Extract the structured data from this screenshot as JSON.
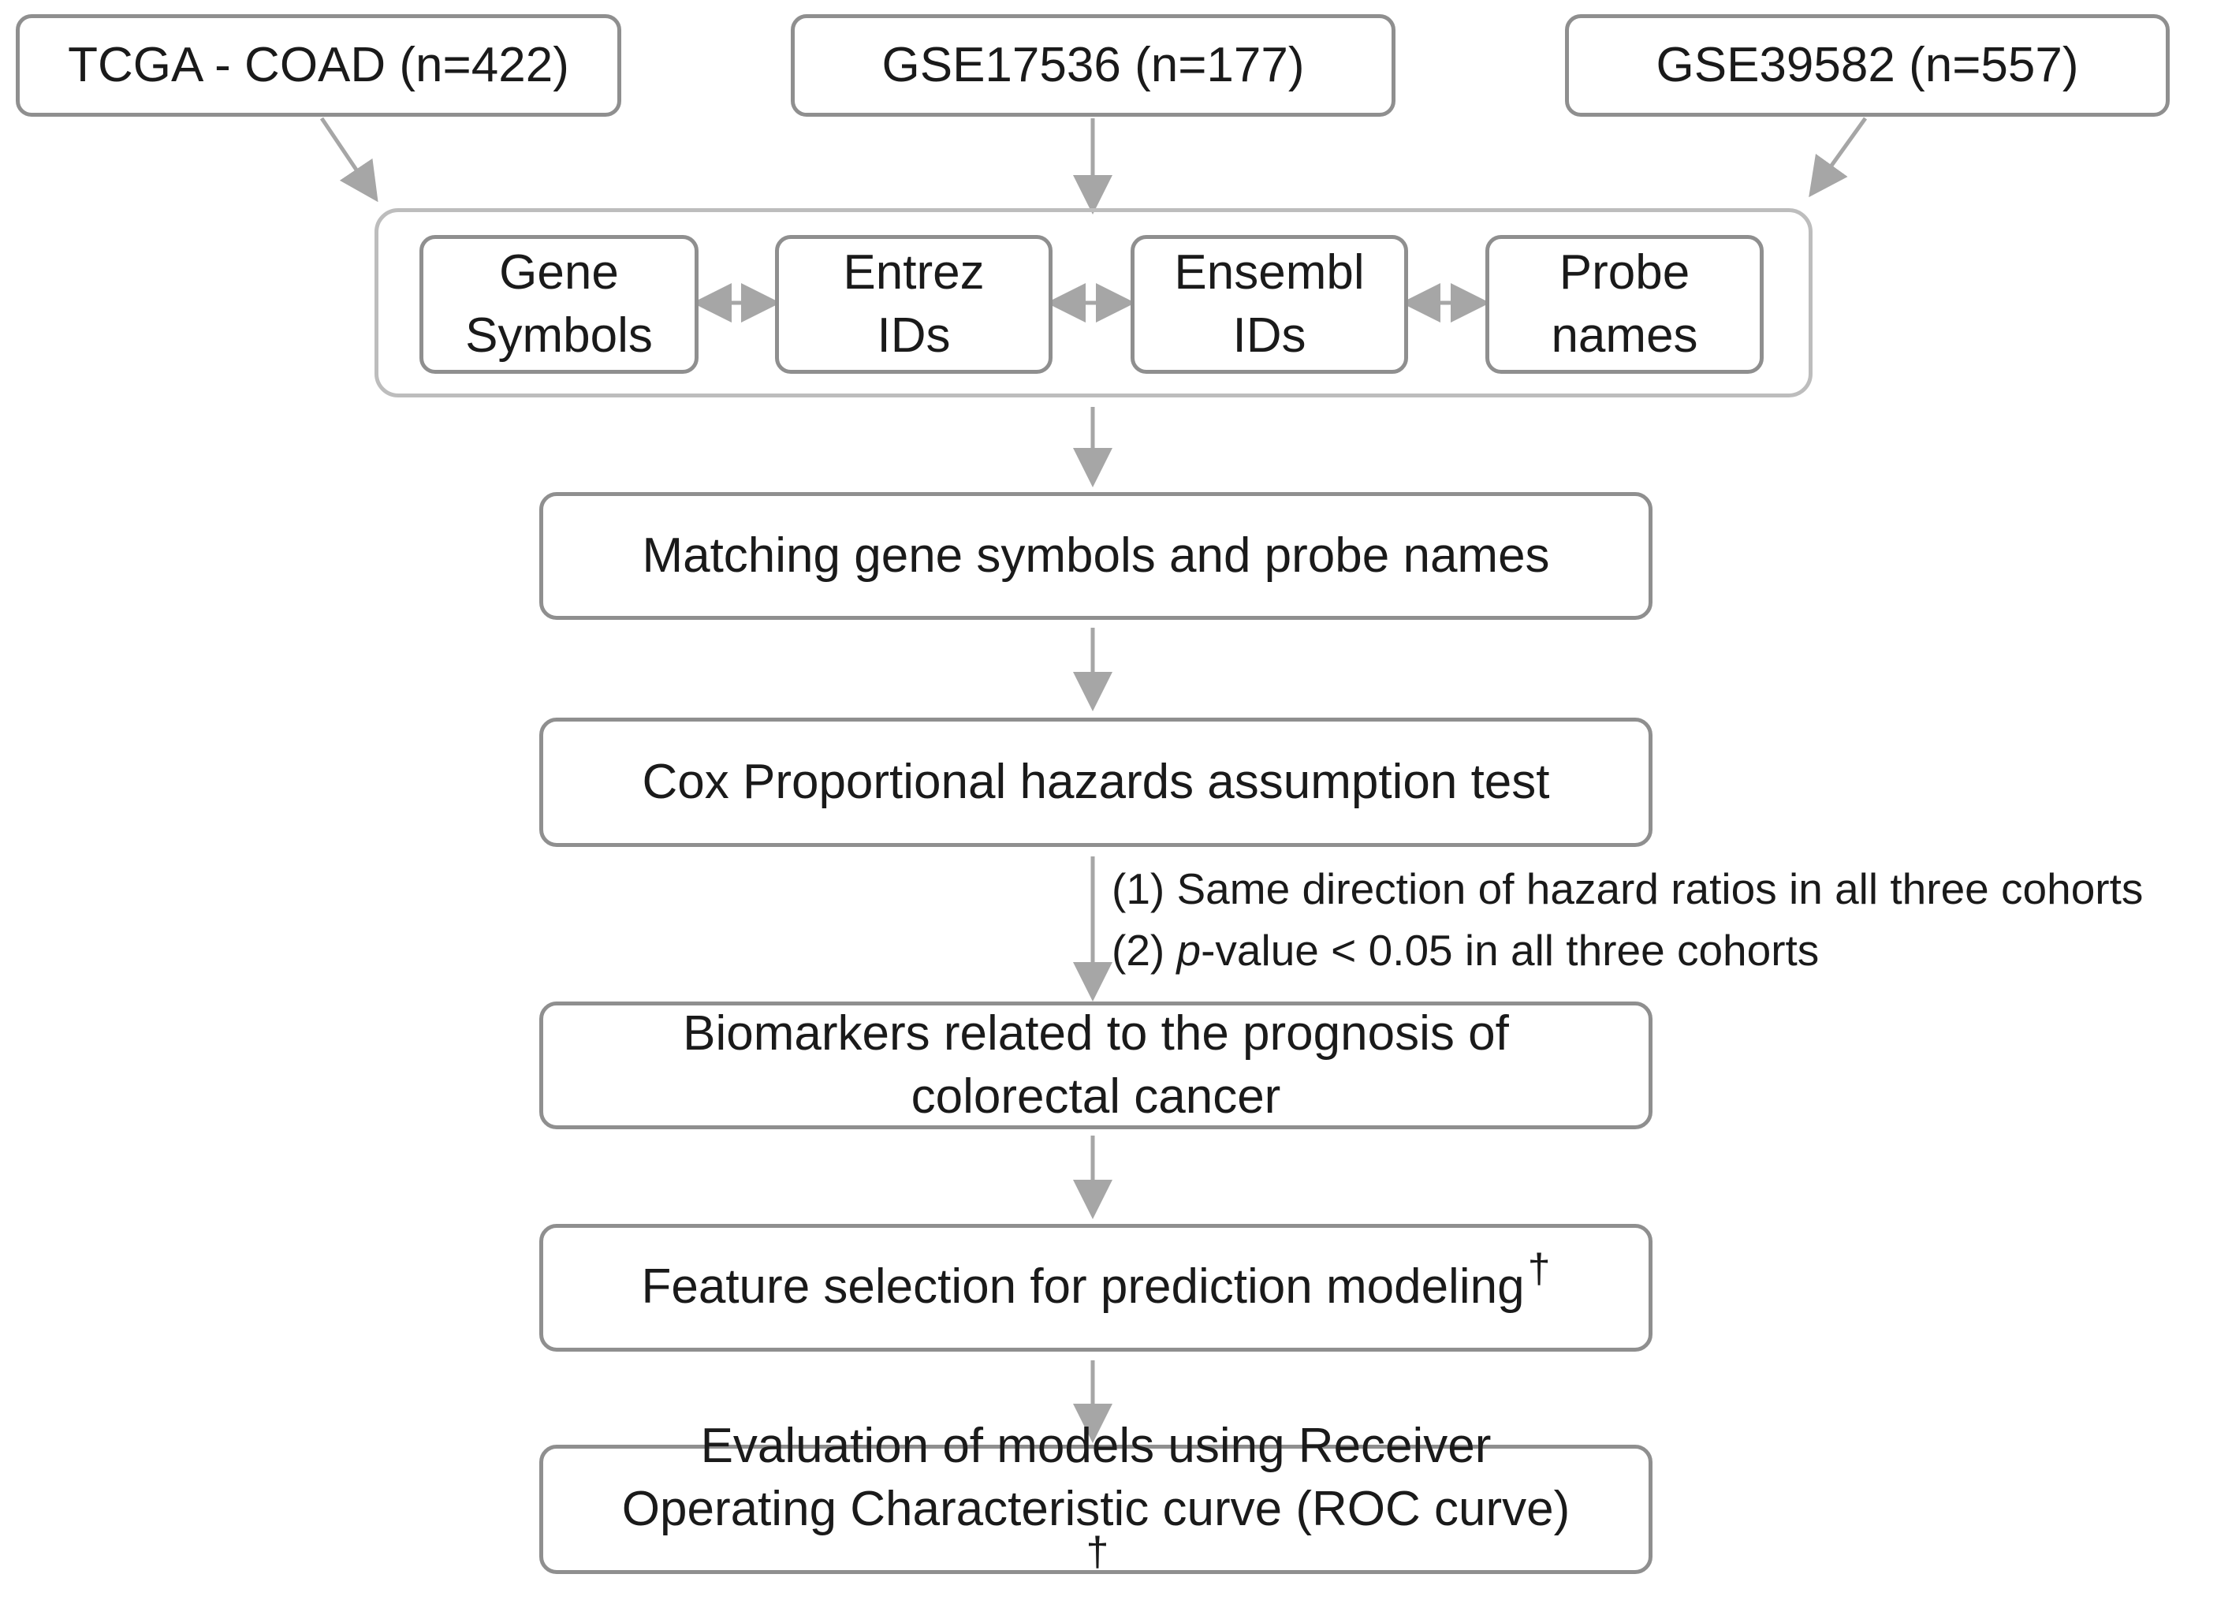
{
  "sources": [
    {
      "label": "TCGA - COAD (n=422)"
    },
    {
      "label": "GSE17536 (n=177)"
    },
    {
      "label": "GSE39582 (n=557)"
    }
  ],
  "identifiers": [
    {
      "line1": "Gene",
      "line2": "Symbols"
    },
    {
      "line1": "Entrez",
      "line2": "IDs"
    },
    {
      "line1": "Ensembl",
      "line2": "IDs"
    },
    {
      "line1": "Probe",
      "line2": "names"
    }
  ],
  "steps": {
    "matching": "Matching gene symbols and probe names",
    "cox_test": "Cox Proportional hazards assumption test",
    "biomarkers_line1": "Biomarkers related to the prognosis of",
    "biomarkers_line2": "colorectal cancer",
    "feature_selection": "Feature selection for prediction modeling",
    "evaluation_line1": "Evaluation of models using Receiver",
    "evaluation_line2": "Operating Characteristic curve (ROC curve)"
  },
  "criteria": {
    "item1": "(1) Same direction of hazard ratios in all three cohorts",
    "item2_prefix": "(2) ",
    "item2_italic": "p",
    "item2_rest": "-value < 0.05 in all three cohorts"
  },
  "footnote_marker": "†",
  "colors": {
    "box_border": "#8f8f8f",
    "group_border": "#bdbdbd",
    "arrow": "#a6a6a6",
    "text": "#1a1a1a"
  }
}
